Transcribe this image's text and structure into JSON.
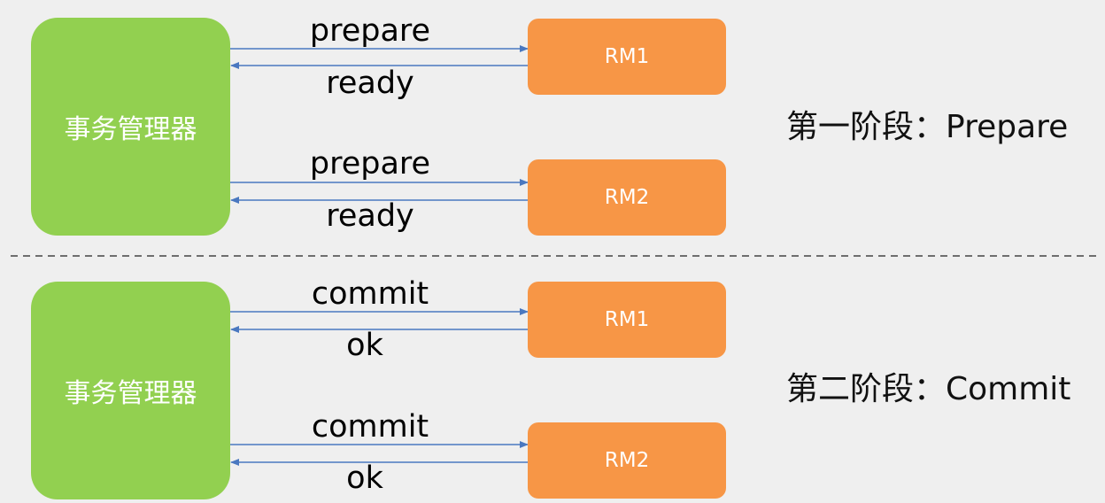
{
  "colors": {
    "transaction_manager": "#92d050",
    "resource_manager": "#f79646",
    "arrow": "#4a78c0",
    "divider": "#444444",
    "background": "#efefef"
  },
  "phase1": {
    "label": "第一阶段：Prepare",
    "transaction_manager": "事务管理器",
    "rm1": "RM1",
    "rm2": "RM2",
    "rm1_request": "prepare",
    "rm1_response": "ready",
    "rm2_request": "prepare",
    "rm2_response": "ready"
  },
  "phase2": {
    "label": "第二阶段：Commit",
    "transaction_manager": "事务管理器",
    "rm1": "RM1",
    "rm2": "RM2",
    "rm1_request": "commit",
    "rm1_response": "ok",
    "rm2_request": "commit",
    "rm2_response": "ok"
  }
}
